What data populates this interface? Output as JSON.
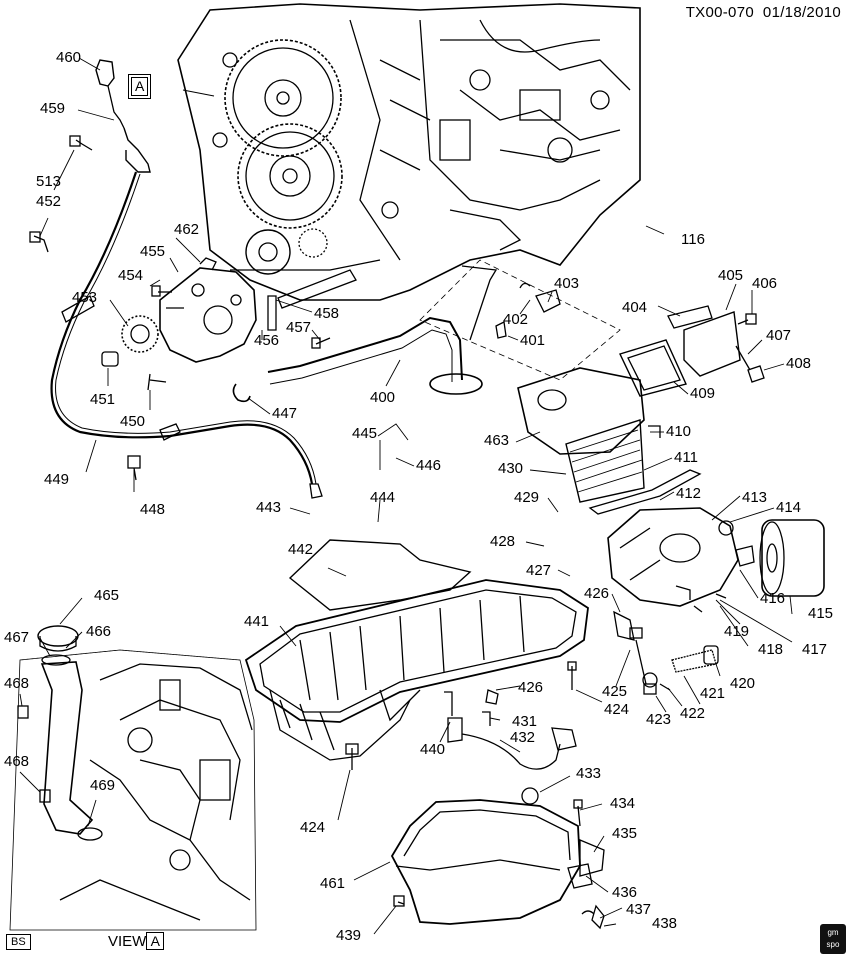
{
  "header": {
    "drawing_id": "TX00-070",
    "date": "01/18/2010"
  },
  "view_marker": {
    "letter": "A"
  },
  "bottom": {
    "bs_tag": "BS",
    "view_text": "VIEW",
    "view_letter": "A",
    "logo_text": "gm spo"
  },
  "callouts": {
    "c460": "460",
    "c459": "459",
    "c513": "513",
    "c452": "452",
    "c116": "116",
    "c462": "462",
    "c455": "455",
    "c454": "454",
    "c453": "453",
    "c458": "458",
    "c456": "456",
    "c457": "457",
    "c451": "451",
    "c450": "450",
    "c447": "447",
    "c400": "400",
    "c449": "449",
    "c448": "448",
    "c403": "403",
    "c402": "402",
    "c401": "401",
    "c405": "405",
    "c406": "406",
    "c404": "404",
    "c407": "407",
    "c408": "408",
    "c409": "409",
    "c463": "463",
    "c410": "410",
    "c411": "411",
    "c430": "430",
    "c445": "445",
    "c446": "446",
    "c443": "443",
    "c444": "444",
    "c429": "429",
    "c412": "412",
    "c413": "413",
    "c414": "414",
    "c428": "428",
    "c442": "442",
    "c427": "427",
    "c426a": "426",
    "c416": "416",
    "c415": "415",
    "c441": "441",
    "c419": "419",
    "c418": "418",
    "c417": "417",
    "c420": "420",
    "c425": "425",
    "c424a": "424",
    "c421": "421",
    "c422": "422",
    "c423": "423",
    "c426b": "426",
    "c431": "431",
    "c440": "440",
    "c432": "432",
    "c433": "433",
    "c424b": "424",
    "c434": "434",
    "c435": "435",
    "c461": "461",
    "c436": "436",
    "c437": "437",
    "c438": "438",
    "c439": "439",
    "c465": "465",
    "c466": "466",
    "c467": "467",
    "c468a": "468",
    "c468b": "468",
    "c469": "469"
  }
}
